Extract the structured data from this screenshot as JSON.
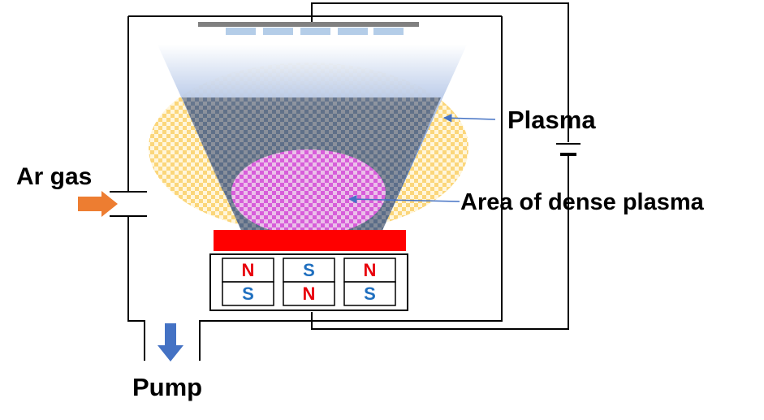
{
  "labels": {
    "ar_gas": "Ar gas",
    "plasma": "Plasma",
    "dense_plasma": "Area of dense plasma",
    "pump": "Pump"
  },
  "magnets": [
    {
      "top": "N",
      "bottom": "S"
    },
    {
      "top": "S",
      "bottom": "N"
    },
    {
      "top": "N",
      "bottom": "S"
    }
  ],
  "colors": {
    "north_pole": "#e8000b",
    "south_pole": "#1f6fbf",
    "gas_arrow": "#ed7d31",
    "pump_arrow": "#4472c4",
    "target": "#ff0000",
    "plasma_check": "#fbd67a",
    "dense_check": "#e55be3",
    "beam": "#4472c4",
    "substrate_tile": "#b4cde8",
    "substrate_holder": "#808080"
  },
  "icons": {
    "gas_inlet": "right-arrow-icon",
    "pump_outlet": "down-arrow-icon",
    "power_supply": "battery-icon"
  }
}
